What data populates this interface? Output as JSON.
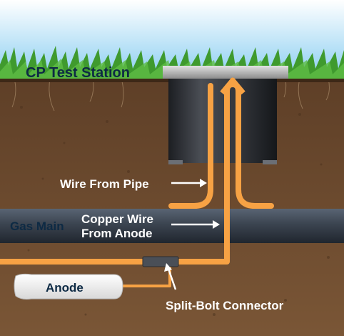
{
  "labels": {
    "test_station": "CP Test Station",
    "wire_from_pipe": "Wire From Pipe",
    "gas_main": "Gas Main",
    "copper_wire_line1": "Copper Wire",
    "copper_wire_line2": "From Anode",
    "anode": "Anode",
    "split_bolt": "Split-Bolt Connector"
  },
  "colors": {
    "sky": "#8fd0f2",
    "grass": "#3f9a2e",
    "soil": "#6b4a2f",
    "pipe": "#3b4450",
    "wire": "#f7a244",
    "station_body": "#2f3238",
    "station_lid": "#b9b9b9",
    "label_light": "#ffffff",
    "label_dark": "#0d2a44"
  }
}
